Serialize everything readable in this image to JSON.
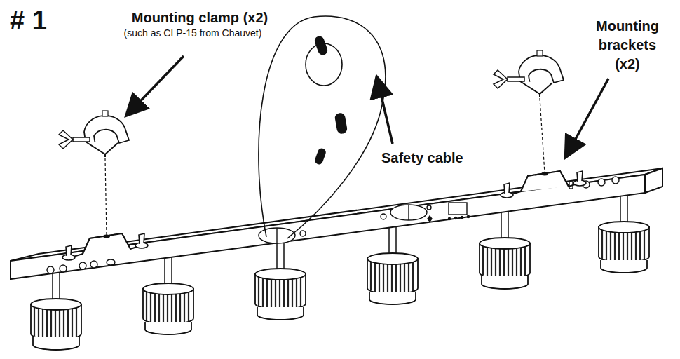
{
  "diagram": {
    "title": "# 1",
    "labels": [
      "Mounting clamp (x2)",
      "(such as CLP-15 from Chauvet)",
      "Safety cable",
      "Mounting brackets (x2)"
    ]
  }
}
